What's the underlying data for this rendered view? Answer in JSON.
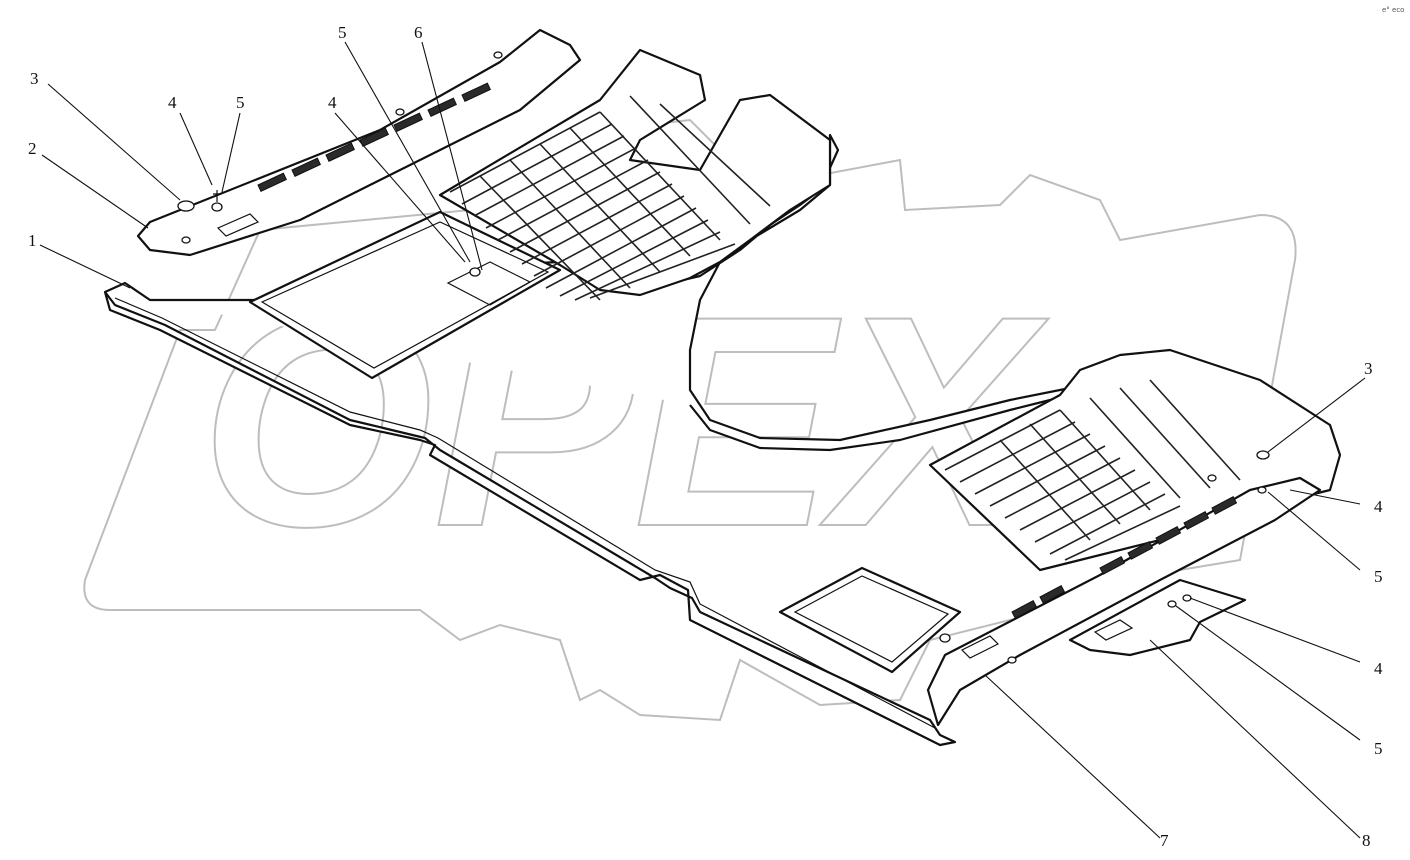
{
  "corner_mark": "e° eco",
  "watermark": {
    "text": "OPEX"
  },
  "callouts": [
    {
      "id": "c-3-left",
      "label": "3"
    },
    {
      "id": "c-2",
      "label": "2"
    },
    {
      "id": "c-1",
      "label": "1"
    },
    {
      "id": "c-4-left",
      "label": "4"
    },
    {
      "id": "c-5-left",
      "label": "5"
    },
    {
      "id": "c-4-mid",
      "label": "4"
    },
    {
      "id": "c-5-mid",
      "label": "5"
    },
    {
      "id": "c-6",
      "label": "6"
    },
    {
      "id": "c-3-right",
      "label": "3"
    },
    {
      "id": "c-4-right-a",
      "label": "4"
    },
    {
      "id": "c-5-right-a",
      "label": "5"
    },
    {
      "id": "c-4-right-b",
      "label": "4"
    },
    {
      "id": "c-5-right-b",
      "label": "5"
    },
    {
      "id": "c-7",
      "label": "7"
    },
    {
      "id": "c-8",
      "label": "8"
    }
  ]
}
